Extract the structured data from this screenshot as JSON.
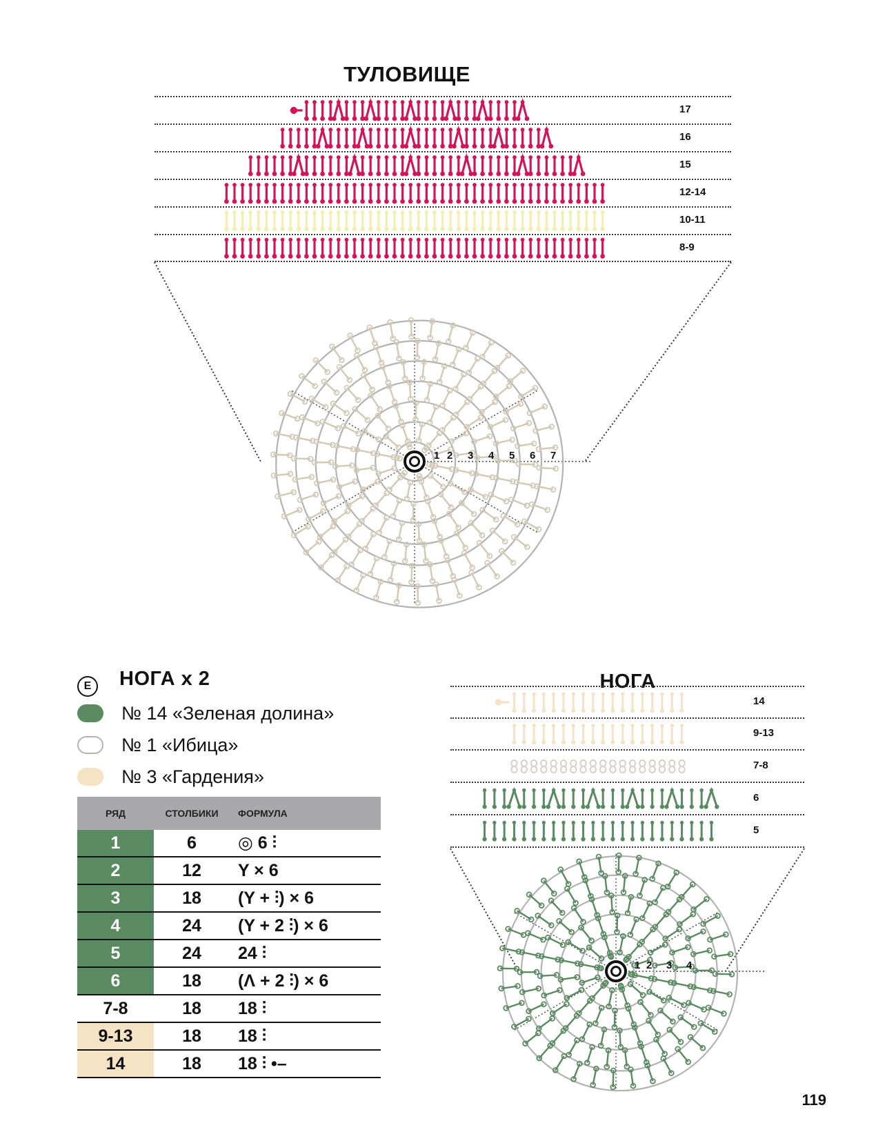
{
  "page_number": "119",
  "torso": {
    "title": "ТУЛОВИЩЕ",
    "rows": [
      {
        "label": "17",
        "color": "#d2145a",
        "count": 28,
        "decreases": 6,
        "start_slip": true
      },
      {
        "label": "16",
        "color": "#d2145a",
        "count": 34,
        "decreases": 6
      },
      {
        "label": "15",
        "color": "#d2145a",
        "count": 42,
        "decreases": 6
      },
      {
        "label": "12-14",
        "color": "#d2145a",
        "count": 48,
        "decreases": 0
      },
      {
        "label": "10-11",
        "color": "#f6eeb0",
        "count": 48,
        "decreases": 0
      },
      {
        "label": "8-9",
        "color": "#d2145a",
        "count": 48,
        "decreases": 0
      }
    ],
    "round_labels": [
      "1",
      "2",
      "3",
      "4",
      "5",
      "6",
      "7"
    ],
    "round_color": "#d3c9b6"
  },
  "leg": {
    "section_badge": "E",
    "heading": "НОГА x 2",
    "legend": [
      {
        "label": "№ 14 «Зеленая долина»",
        "color": "#5a8a60"
      },
      {
        "label": "№ 1 «Ибица»",
        "color": "#ffffff"
      },
      {
        "label": "№ 3 «Гардения»",
        "color": "#f6e3c6"
      }
    ],
    "table": {
      "headers": [
        "РЯД",
        "СТОЛБИКИ",
        "ФОРМУЛА"
      ],
      "rows": [
        {
          "row": "1",
          "stitches": "6",
          "formula": "◎ 6 ⫶",
          "color": "#5a8a60"
        },
        {
          "row": "2",
          "stitches": "12",
          "formula": "Y × 6",
          "color": "#5a8a60"
        },
        {
          "row": "3",
          "stitches": "18",
          "formula": "(Y + ⫶) × 6",
          "color": "#5a8a60"
        },
        {
          "row": "4",
          "stitches": "24",
          "formula": "(Y + 2 ⫶) × 6",
          "color": "#5a8a60"
        },
        {
          "row": "5",
          "stitches": "24",
          "formula": "24 ⫶",
          "color": "#5a8a60"
        },
        {
          "row": "6",
          "stitches": "18",
          "formula": "(Λ + 2 ⫶) × 6",
          "color": "#5a8a60"
        },
        {
          "row": "7-8",
          "stitches": "18",
          "formula": "18 ⫶",
          "color": "#ffffff"
        },
        {
          "row": "9-13",
          "stitches": "18",
          "formula": "18 ⫶",
          "color": "#f6e3c6"
        },
        {
          "row": "14",
          "stitches": "18",
          "formula": "18 ⫶ •–",
          "color": "#f6e3c6"
        }
      ]
    },
    "diagram": {
      "title": "НОГА",
      "rows": [
        {
          "label": "14",
          "color": "#f6e3c6",
          "count": 18,
          "decreases": 0,
          "start_slip": true
        },
        {
          "label": "9-13",
          "color": "#f6e3c6",
          "count": 18,
          "decreases": 0
        },
        {
          "label": "7-8",
          "color": "#d8d2c6",
          "count": 18,
          "decreases": 0,
          "style": "chain"
        },
        {
          "label": "6",
          "color": "#5a8a60",
          "count": 24,
          "decreases": 6
        },
        {
          "label": "5",
          "color": "#5a8a60",
          "count": 24,
          "decreases": 0
        }
      ],
      "round_labels": [
        "1",
        "2",
        "3",
        "4"
      ],
      "round_color": "#5a8a60"
    }
  }
}
